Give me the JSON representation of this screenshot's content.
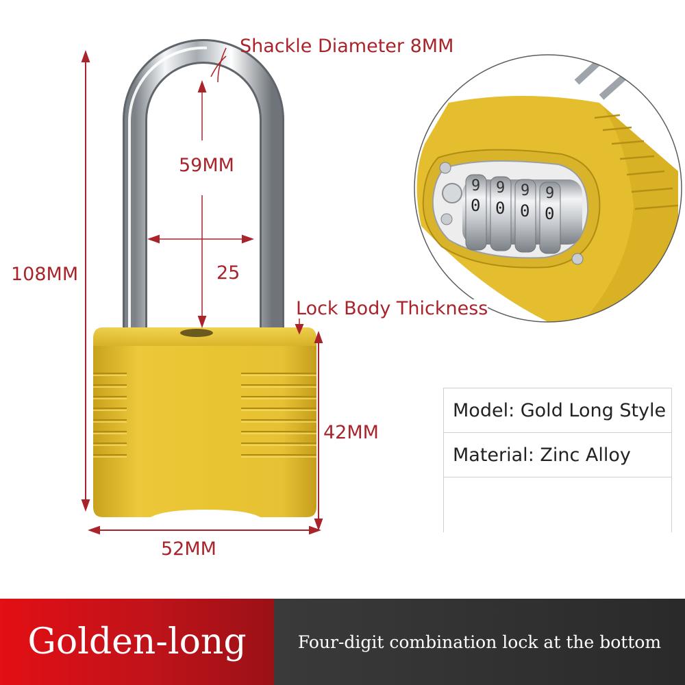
{
  "dimensions": {
    "shackle_diameter": "Shackle Diameter 8MM",
    "shackle_height": "59MM",
    "shackle_width": "25",
    "total_height": "108MM",
    "lock_body_thickness": "Lock Body Thickness",
    "body_height": "42MM",
    "body_width": "52MM"
  },
  "specs": [
    {
      "text": "Model: Gold Long Style"
    },
    {
      "text": "Material: Zinc Alloy"
    }
  ],
  "dials": [
    "9",
    "9",
    "9",
    "9"
  ],
  "dials_bottom": [
    "0",
    "0",
    "0",
    "0"
  ],
  "banner": {
    "title": "Golden-long",
    "description": "Four-digit combination lock at the bottom"
  },
  "colors": {
    "dimension_red": "#a8242a",
    "gold": "#e2be2e",
    "banner_red": "#e20f14",
    "banner_dark": "#2f2f2f"
  }
}
